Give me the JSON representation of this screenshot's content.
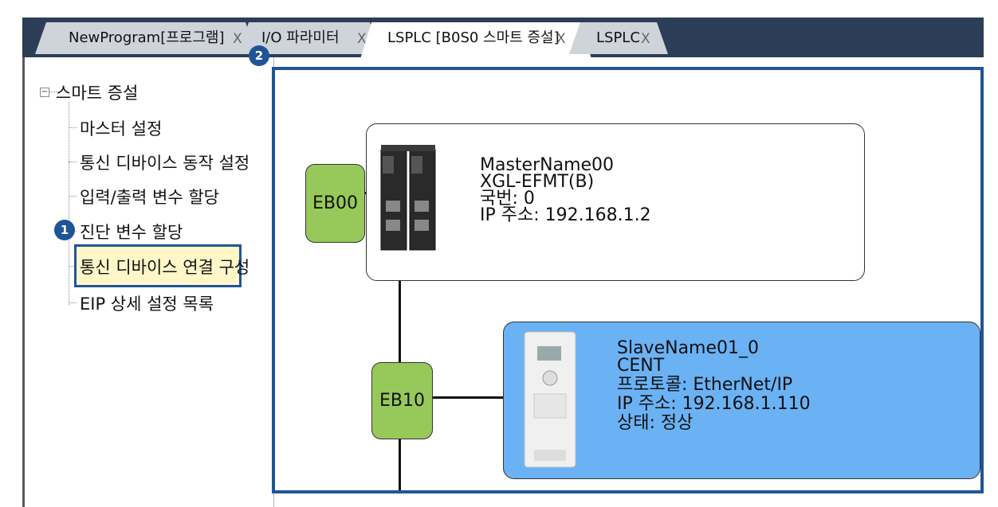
{
  "tabs": [
    {
      "label": "NewProgram[프로그램]",
      "close": "X"
    },
    {
      "label": "I/O 파라미터",
      "close": "X"
    },
    {
      "label": "LSPLC [B0S0 스마트 증설]",
      "close": "X"
    },
    {
      "label": "LSPLC",
      "close": "X"
    }
  ],
  "tree": {
    "toggle": "−",
    "root": "스마트 증설",
    "items": [
      "마스터 설정",
      "통신 디바이스 동작 설정",
      "입력/출력 변수 할당",
      "진단 변수 할당",
      "통신 디바이스 연결 구성",
      "EIP 상세 설정 목록"
    ],
    "selected_index": 4
  },
  "badges": [
    "1",
    "2"
  ],
  "diagram": {
    "master": {
      "node": "EB00",
      "lines": [
        "MasterName00",
        "XGL-EFMT(B)",
        "국번: 0",
        "IP 주소: 192.168.1.2"
      ]
    },
    "slave": {
      "node": "EB10",
      "lines": [
        "SlaveName01_0",
        "CENT",
        "프로토콜: EtherNet/IP",
        "IP 주소: 192.168.1.110",
        "상태: 정상"
      ]
    }
  },
  "colors": {
    "tab_bar": "#2c3e57",
    "highlight_border": "#1f5596",
    "node_green": "#97c95a",
    "slave_blue": "#6ab2f4"
  }
}
